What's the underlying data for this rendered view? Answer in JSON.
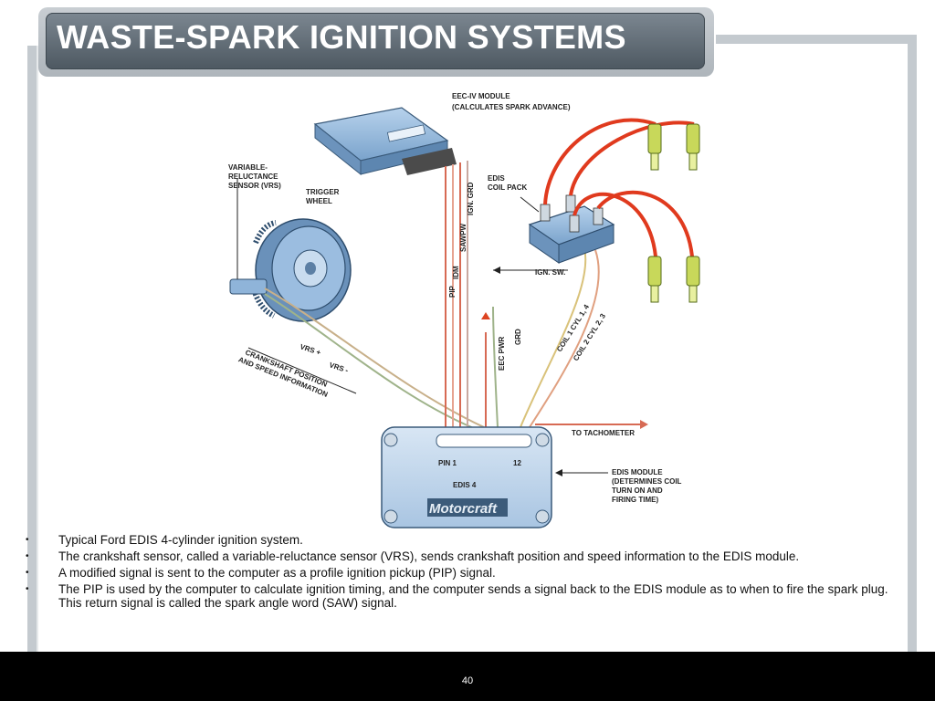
{
  "slide": {
    "title": "WASTE-SPARK IGNITION SYSTEMS",
    "page_number": "40"
  },
  "diagram": {
    "labels": {
      "eec_module": "EEC-IV MODULE",
      "calc": "(CALCULATES SPARK ADVANCE)",
      "vrs": "VARIABLE-RELUCTANCE SENSOR (VRS)",
      "trigger_wheel": "TRIGGER WHEEL",
      "edis_coil_pack": "EDIS COIL PACK",
      "ign_sw": "IGN. SW.",
      "pip": "PIP",
      "idm": "IDM",
      "sawpw": "SAWPW",
      "ign_grd": "IGN. GRD",
      "eec_pwr": "EEC PWR",
      "grd": "GRD",
      "coil1": "COIL 1 CYL 1, 4",
      "coil2": "COIL 2 CYL 2, 3",
      "vrs_plus": "VRS +",
      "vrs_minus": "VRS -",
      "crankshaft": "CRANKSHAFT POSITION AND SPEED INFORMATION",
      "to_tach": "TO TACHOMETER",
      "pin1": "PIN 1",
      "pin12": "12",
      "edis4": "EDIS 4",
      "motorcraft": "Motorcraft",
      "edis_module": "EDIS MODULE (DETERMINES COIL TURN ON AND FIRING TIME)"
    }
  },
  "bullets": [
    "Typical Ford EDIS 4-cylinder ignition system.",
    "The crankshaft sensor, called a variable-reluctance sensor (VRS), sends crankshaft position and speed information to the EDIS module.",
    "A modified signal is sent to the computer as a profile ignition pickup (PIP) signal.",
    "The PIP is used by the computer to calculate ignition timing, and the computer sends a signal back to the EDIS module as to when to fire the spark plug. This return signal is called the spark angle word (SAW) signal."
  ],
  "colors": {
    "title_bg": "#5d6871",
    "frame": "#c4cacf",
    "component_blue": "#8fb4d9",
    "wire_red": "#e03a1e",
    "plug_green": "#c8d85a",
    "footer": "#000000"
  }
}
